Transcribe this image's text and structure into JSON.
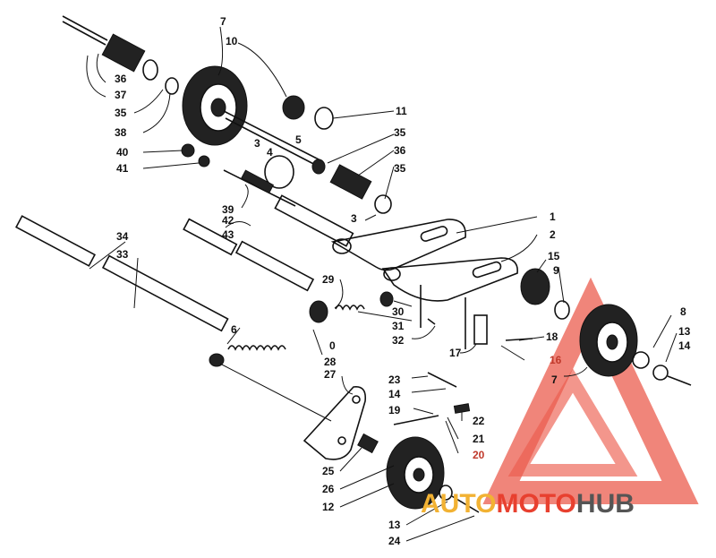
{
  "diagram": {
    "part_labels": [
      {
        "id": "p7a",
        "text": "7"
      },
      {
        "id": "p10",
        "text": "10"
      },
      {
        "id": "p36a",
        "text": "36"
      },
      {
        "id": "p37",
        "text": "37"
      },
      {
        "id": "p35a",
        "text": "35"
      },
      {
        "id": "p38",
        "text": "38"
      },
      {
        "id": "p11",
        "text": "11"
      },
      {
        "id": "p3a",
        "text": "3"
      },
      {
        "id": "p4",
        "text": "4"
      },
      {
        "id": "p5",
        "text": "5"
      },
      {
        "id": "p35b",
        "text": "35"
      },
      {
        "id": "p36b",
        "text": "36"
      },
      {
        "id": "p35c",
        "text": "35"
      },
      {
        "id": "p40",
        "text": "40"
      },
      {
        "id": "p41",
        "text": "41"
      },
      {
        "id": "p39",
        "text": "39"
      },
      {
        "id": "p42",
        "text": "42"
      },
      {
        "id": "p43",
        "text": "43"
      },
      {
        "id": "p3b",
        "text": "3"
      },
      {
        "id": "p1",
        "text": "1"
      },
      {
        "id": "p2",
        "text": "2"
      },
      {
        "id": "p34",
        "text": "34"
      },
      {
        "id": "p33",
        "text": "33"
      },
      {
        "id": "p15",
        "text": "15"
      },
      {
        "id": "p9",
        "text": "9"
      },
      {
        "id": "p29",
        "text": "29"
      },
      {
        "id": "p30",
        "text": "30"
      },
      {
        "id": "p31",
        "text": "31"
      },
      {
        "id": "p32",
        "text": "32"
      },
      {
        "id": "p6",
        "text": "6"
      },
      {
        "id": "p0",
        "text": "0"
      },
      {
        "id": "p28",
        "text": "28"
      },
      {
        "id": "p8",
        "text": "8"
      },
      {
        "id": "p13a",
        "text": "13"
      },
      {
        "id": "p14a",
        "text": "14"
      },
      {
        "id": "p18",
        "text": "18"
      },
      {
        "id": "p17",
        "text": "17"
      },
      {
        "id": "p16",
        "text": "16"
      },
      {
        "id": "p7b",
        "text": "7"
      },
      {
        "id": "p27",
        "text": "27"
      },
      {
        "id": "p23",
        "text": "23"
      },
      {
        "id": "p14b",
        "text": "14"
      },
      {
        "id": "p19",
        "text": "19"
      },
      {
        "id": "p22",
        "text": "22"
      },
      {
        "id": "p21",
        "text": "21"
      },
      {
        "id": "p20",
        "text": "20"
      },
      {
        "id": "p25",
        "text": "25"
      },
      {
        "id": "p26",
        "text": "26"
      },
      {
        "id": "p12",
        "text": "12"
      },
      {
        "id": "p13b",
        "text": "13"
      },
      {
        "id": "p24",
        "text": "24"
      }
    ]
  },
  "watermark": {
    "part1": "AUTO",
    "part2": "MOTO",
    "part3": "HUB",
    "color1": "#f2b233",
    "color2": "#e8402f",
    "color3": "#555555"
  }
}
